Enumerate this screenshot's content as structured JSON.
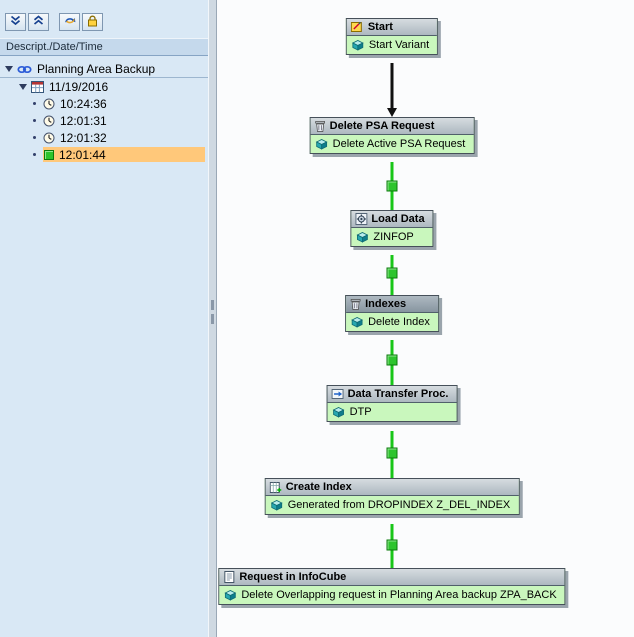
{
  "toolbar": {
    "buttons": [
      {
        "icon": "double-chevron-down-icon"
      },
      {
        "icon": "double-chevron-up-icon"
      },
      {
        "icon": "refresh-arrows-icon"
      },
      {
        "icon": "lock-icon"
      }
    ]
  },
  "tree": {
    "header": "Descript./Date/Time",
    "root_label": "Planning Area Backup",
    "date_label": "11/19/2016",
    "times": [
      {
        "time": "10:24:36",
        "status": "scheduled"
      },
      {
        "time": "12:01:31",
        "status": "scheduled"
      },
      {
        "time": "12:01:32",
        "status": "scheduled"
      },
      {
        "time": "12:01:44",
        "status": "success",
        "selected": true
      }
    ]
  },
  "chain": {
    "nodes": [
      {
        "title": "Start",
        "subtitle": "Start Variant",
        "icon": "start-icon"
      },
      {
        "title": "Delete PSA Request",
        "subtitle": "Delete Active PSA Request",
        "icon": "trash-icon"
      },
      {
        "title": "Load Data",
        "subtitle": "ZINFOP",
        "icon": "load-gear-icon"
      },
      {
        "title": "Indexes",
        "subtitle": "Delete Index",
        "icon": "trash-icon"
      },
      {
        "title": "Data Transfer Proc.",
        "subtitle": "DTP",
        "icon": "dtp-arrow-icon"
      },
      {
        "title": "Create Index",
        "subtitle": "Generated from DROPINDEX Z_DEL_INDEX",
        "icon": "create-index-icon"
      },
      {
        "title": "Request in InfoCube",
        "subtitle": "Delete Overlapping request in Planning Area backup ZPA_BACK",
        "icon": "request-icon"
      }
    ],
    "colors": {
      "edge_green": "#18c618",
      "edge_black": "#111111",
      "body_green": "#c9f7bd",
      "header_gray": "#b2bcc4",
      "selection_highlight": "#ffc87a"
    }
  }
}
